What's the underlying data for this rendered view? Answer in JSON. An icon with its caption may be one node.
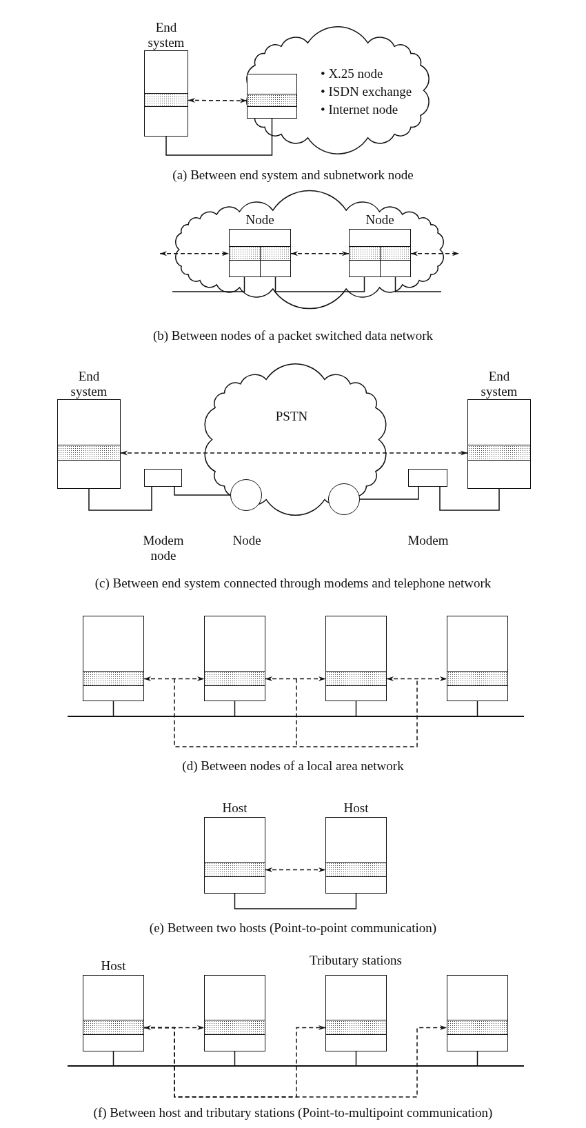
{
  "diagram": {
    "nodes": [
      {
        "text": [
          "End system"
        ]
      },
      {
        "text": [
          "• X.25 node",
          "• ISDN exchange",
          "• Internet node"
        ]
      },
      {
        "text": [],
        "shape": "box",
        "in": 1
      },
      {
        "text": [],
        "shape": "cloud"
      },
      {
        "text": [
          "Node"
        ],
        "in": 3
      },
      {
        "text": [
          "Node"
        ],
        "in": 3
      },
      {
        "text": [
          "End system"
        ]
      },
      {
        "text": [],
        "shape": "box",
        "beside": [
          "Modem node"
        ]
      },
      {
        "text": [
          "PSTN"
        ]
      },
      {
        "text": [],
        "shape": "circle",
        "in": 8,
        "beside": [
          "Node"
        ]
      },
      {
        "text": [],
        "shape": "circle",
        "in": 8
      },
      {
        "text": [],
        "shape": "box",
        "beside": [
          "Modem"
        ]
      },
      {
        "text": [
          "End system"
        ]
      },
      {
        "text": [],
        "shape": "box"
      },
      {
        "text": [],
        "shape": "box"
      },
      {
        "text": [],
        "shape": "box"
      },
      {
        "text": [],
        "shape": "box"
      },
      {
        "text": [],
        "shape": "bar"
      },
      {
        "text": [
          "Host"
        ]
      },
      {
        "text": [
          "Host"
        ]
      },
      {
        "text": [
          "Host"
        ]
      },
      {
        "text": [],
        "shape": "box"
      },
      {
        "text": [],
        "shape": "box"
      },
      {
        "text": [],
        "shape": "box"
      },
      {
        "text": [],
        "shape": "bar"
      }
    ],
    "edges": [
      {
        "from": 0,
        "to": 2,
        "arrow": "both",
        "style": "dashed"
      },
      {
        "from": 0,
        "to": 2,
        "arrow": "none"
      },
      {
        "from": null,
        "to": 4,
        "arrow": "both",
        "style": "dashed"
      },
      {
        "from": 4,
        "to": 5,
        "arrow": "both",
        "style": "dashed"
      },
      {
        "from": 5,
        "to": null,
        "arrow": "both",
        "style": "dashed"
      },
      {
        "from": null,
        "to": 4,
        "arrow": "none"
      },
      {
        "from": 4,
        "to": 5,
        "arrow": "none"
      },
      {
        "from": 5,
        "to": null,
        "arrow": "none"
      },
      {
        "from": 6,
        "to": 12,
        "arrow": "both",
        "style": "dashed"
      },
      {
        "from": 6,
        "to": 7,
        "arrow": "none"
      },
      {
        "from": 7,
        "to": 9,
        "arrow": "none"
      },
      {
        "from": 10,
        "to": 11,
        "arrow": "none"
      },
      {
        "from": 11,
        "to": 12,
        "arrow": "none"
      },
      {
        "from": 13,
        "to": 14,
        "arrow": "both",
        "style": "dashed"
      },
      {
        "from": 14,
        "to": 15,
        "arrow": "both",
        "style": "dashed"
      },
      {
        "from": 15,
        "to": 16,
        "arrow": "both",
        "style": "dashed"
      },
      {
        "from": 13,
        "to": 17,
        "arrow": "none"
      },
      {
        "from": 14,
        "to": 17,
        "arrow": "none"
      },
      {
        "from": 15,
        "to": 17,
        "arrow": "none"
      },
      {
        "from": 16,
        "to": 17,
        "arrow": "none"
      },
      {
        "from": 18,
        "to": 19,
        "arrow": "both",
        "style": "dashed"
      },
      {
        "from": 18,
        "to": 19,
        "arrow": "none"
      },
      {
        "from": 20,
        "to": 21,
        "arrow": "both",
        "style": "dashed"
      },
      {
        "from": 20,
        "to": 22,
        "arrow": "to",
        "style": "dashed"
      },
      {
        "from": 20,
        "to": 23,
        "arrow": "to",
        "style": "dashed"
      },
      {
        "from": 20,
        "to": 24,
        "arrow": "none"
      },
      {
        "from": 21,
        "to": 24,
        "arrow": "none"
      },
      {
        "from": 22,
        "to": 24,
        "arrow": "none"
      },
      {
        "from": 23,
        "to": 24,
        "arrow": "none"
      }
    ],
    "labels": [
      "(a) Between end system and subnetwork node",
      "(b) Between nodes of a packet switched data network",
      "(c) Between end system connected through modems and telephone network",
      "(d) Between nodes of a local area network",
      "(e) Between two hosts (Point-to-point communication)",
      "Tributary stations",
      "(f) Between host and tributary stations (Point-to-multipoint communication)"
    ]
  }
}
